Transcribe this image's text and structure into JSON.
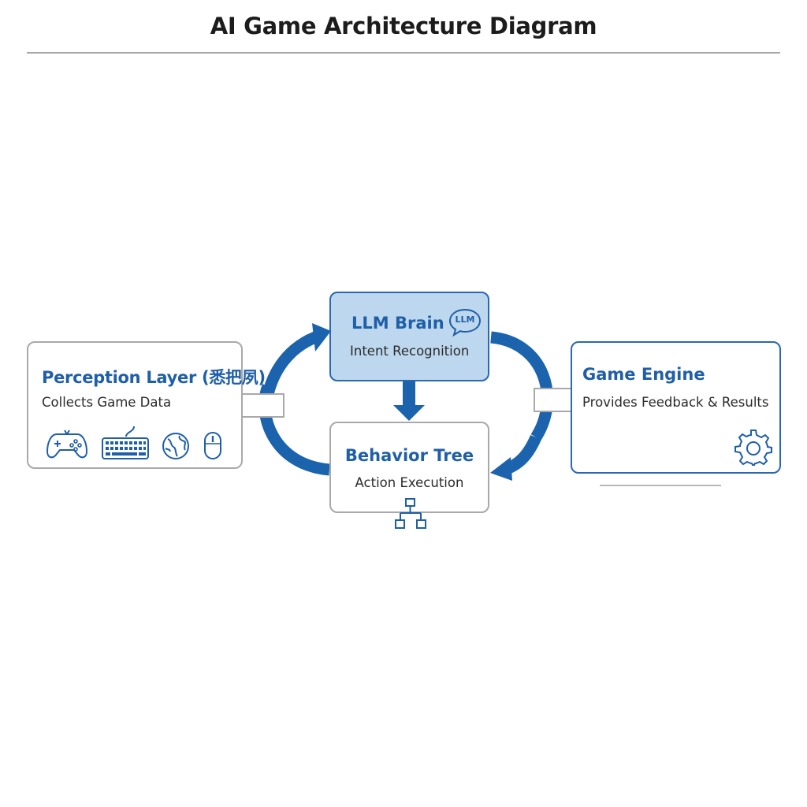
{
  "title": "AI Game Architecture Diagram",
  "colors": {
    "accent": "#1f5fa8",
    "arrow": "#1b63ad",
    "llm_fill": "#bdd7ee",
    "border_gray": "#a9a9a9"
  },
  "nodes": {
    "perception": {
      "heading": "Perception Layer (悉把夙)",
      "subtitle": "Collects Game Data",
      "icons": [
        "gamepad-icon",
        "keyboard-icon",
        "globe-icon",
        "mouse-icon"
      ]
    },
    "llm": {
      "heading": "LLM Brain",
      "subtitle": "Intent Recognition",
      "badge": "LLM",
      "icon": "speech-bubble-icon"
    },
    "behavior": {
      "heading": "Behavior Tree",
      "subtitle": "Action Execution",
      "icon": "hierarchy-icon"
    },
    "engine": {
      "heading": "Game Engine",
      "subtitle": "Provides Feedback & Results",
      "icon": "gear-icon"
    }
  },
  "edges": [
    {
      "from": "perception",
      "to": "llm"
    },
    {
      "from": "llm",
      "to": "behavior"
    },
    {
      "from": "llm",
      "to": "engine"
    },
    {
      "from": "behavior",
      "to": "perception"
    }
  ]
}
